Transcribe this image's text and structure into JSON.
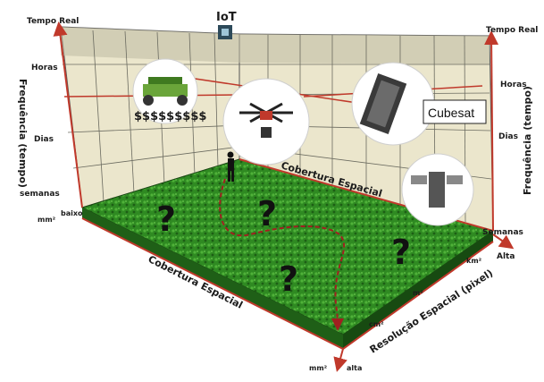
{
  "left_axis": {
    "top_label": "Tempo Real",
    "ticks": [
      "Horas",
      "Dias",
      "semanas"
    ],
    "title": "Frequência (tempo)",
    "unit_small": "mm²",
    "low_label": "baixo"
  },
  "right_axis": {
    "top_label": "Tempo Real",
    "ticks": [
      "Horas",
      "Dias",
      "Semanas"
    ],
    "title": "Frequência (tempo)",
    "high_label": "Alta"
  },
  "floor": {
    "coverage_back": "Cobertura Espacial",
    "coverage_front": "Cobertura Espacial",
    "resolution_title": "Resolução Espacial (pixel)",
    "resolution_ticks": [
      "km²",
      "m²",
      "cm²"
    ],
    "front_small": "mm²",
    "front_high": "alta",
    "question_mark": "?"
  },
  "platforms": {
    "iot": "IoT",
    "tractor_cost": "$$$$$$$$$",
    "cubesat": "Cubesat"
  },
  "colors": {
    "axis": "#c0392b",
    "wall": "#ebe6cc",
    "grass": "#2d7f1f",
    "path": "#a02020"
  }
}
